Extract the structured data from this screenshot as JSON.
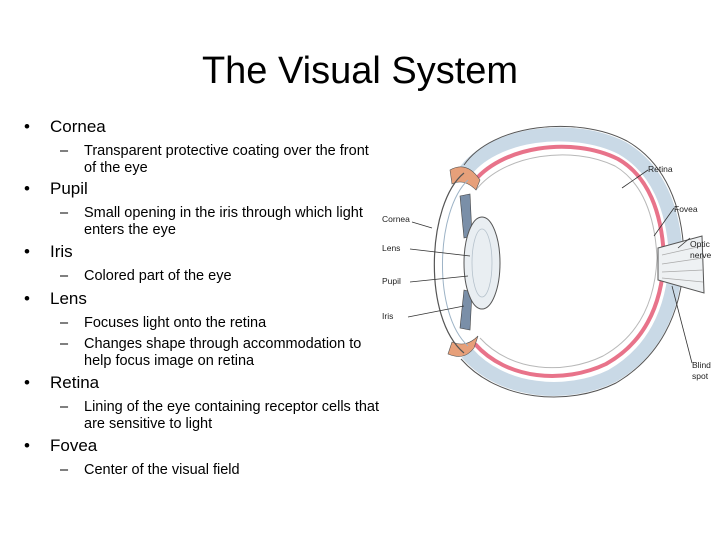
{
  "title": "The Visual System",
  "bullet_symbol": "•",
  "dash_symbol": "–",
  "bullets": [
    {
      "label": "Cornea",
      "subs": [
        "Transparent protective coating over the front of the eye"
      ]
    },
    {
      "label": "Pupil",
      "subs": [
        "Small opening in the iris through which light enters the eye"
      ]
    },
    {
      "label": "Iris",
      "subs": [
        "Colored part of the eye"
      ]
    },
    {
      "label": "Lens",
      "subs": [
        "Focuses light onto the retina",
        "Changes shape through accommodation to help focus image on retina"
      ]
    },
    {
      "label": "Retina",
      "subs": [
        "Lining of the eye containing receptor cells that are sensitive to light"
      ]
    },
    {
      "label": "Fovea",
      "subs": [
        "Center of the visual field"
      ]
    }
  ],
  "diagram": {
    "labels": {
      "cornea": "Cornea",
      "lens": "Lens",
      "pupil": "Pupil",
      "iris": "Iris",
      "retina": "Retina",
      "fovea": "Fovea",
      "optic_nerve_1": "Optic",
      "optic_nerve_2": "nerve",
      "blind_spot_1": "Blind",
      "blind_spot_2": "spot"
    },
    "colors": {
      "retina": "#e8738a",
      "sclera": "#c9d9e6",
      "muscle": "#e7a07a",
      "outline": "#555555"
    }
  }
}
